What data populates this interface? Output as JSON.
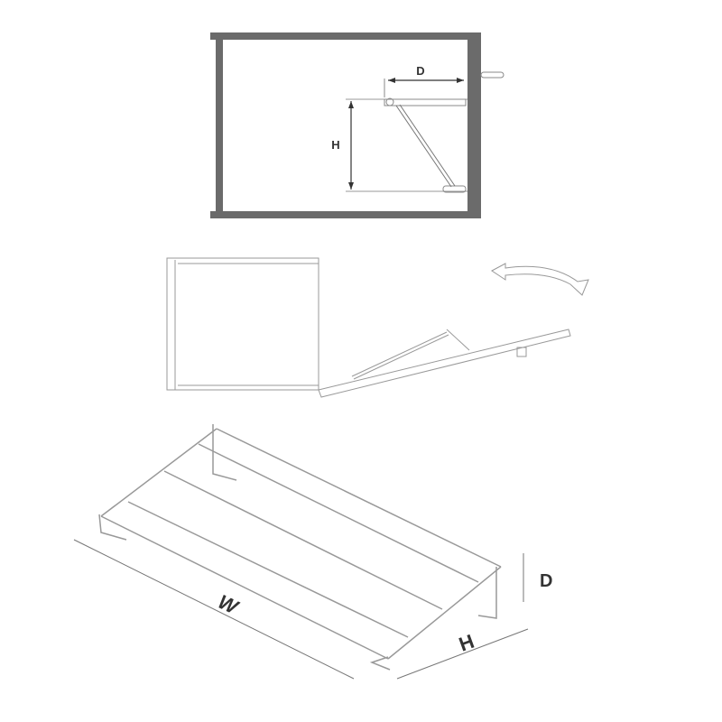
{
  "diagram": {
    "title": "Pull-down shoe rack installation diagram",
    "panels": [
      {
        "id": "side-section",
        "description": "Cabinet side section with rack mounted",
        "labels": {
          "depth": "D",
          "height": "H"
        }
      },
      {
        "id": "tilt-motion",
        "description": "Rack tilting open with rotation arrow"
      },
      {
        "id": "isometric",
        "description": "Isometric view of wire rack",
        "labels": {
          "width": "W",
          "height": "H",
          "depth": "D"
        }
      }
    ]
  },
  "colors": {
    "cabinet_wall": "#6b6b6b",
    "line": "#8a8a8a",
    "text": "#333333"
  }
}
